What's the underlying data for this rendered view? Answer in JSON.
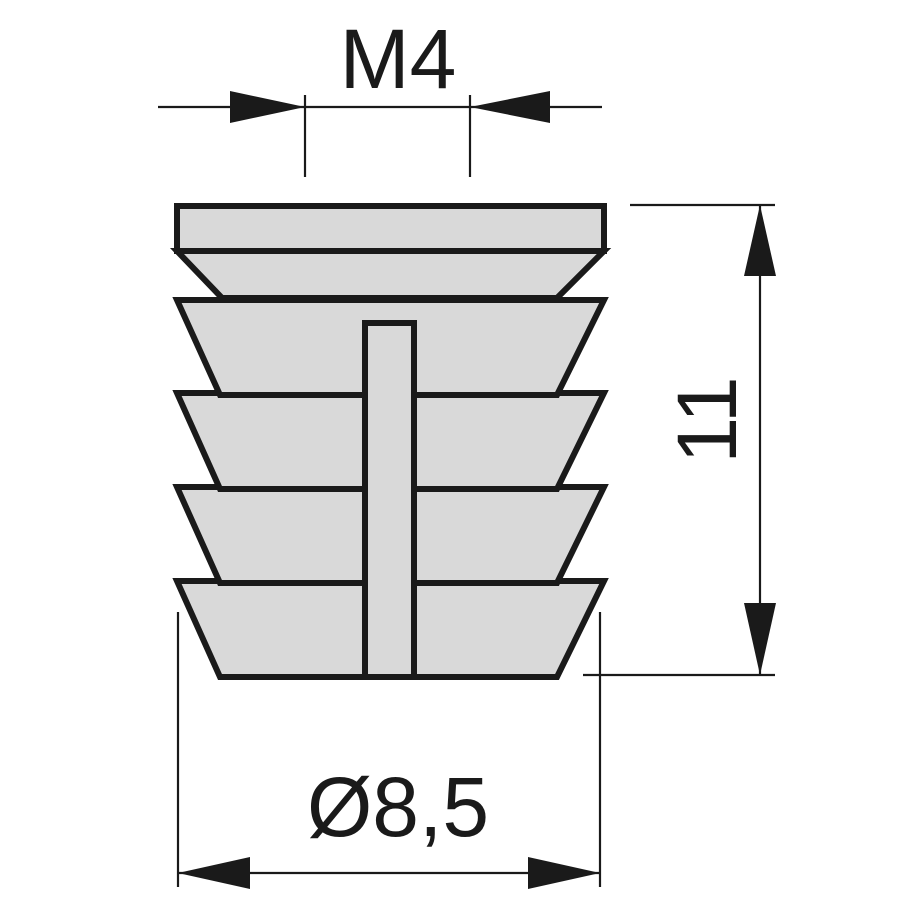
{
  "drawing": {
    "dimensions": {
      "thread": "M4",
      "height": "11",
      "diameter": "Ø8,5"
    },
    "colors": {
      "part_fill": "#d9d9d9",
      "line": "#1a1a1a"
    }
  }
}
